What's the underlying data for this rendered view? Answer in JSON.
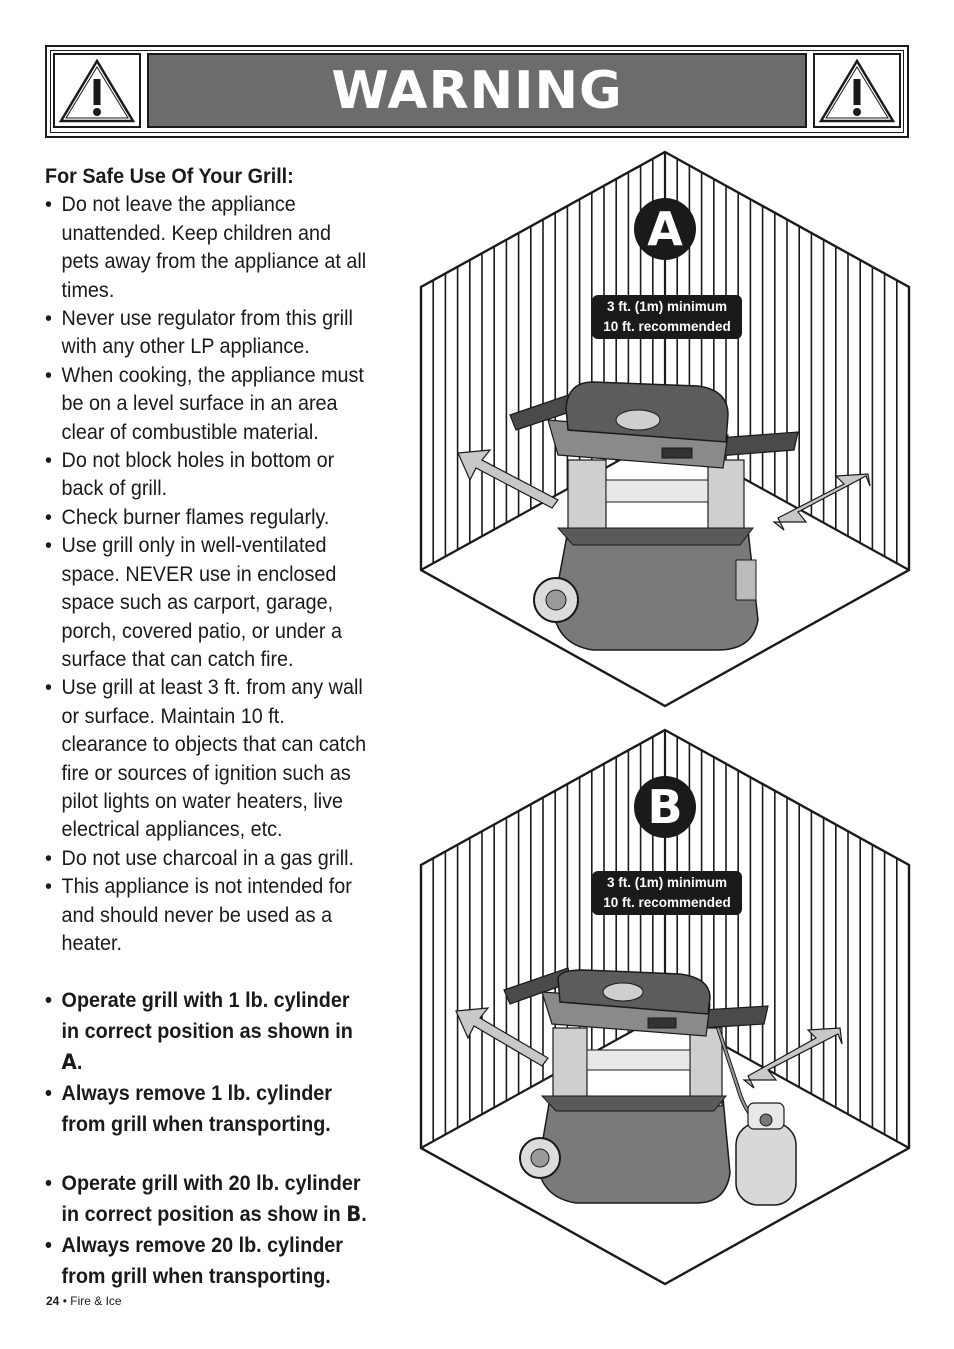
{
  "banner": {
    "title": "WARNING"
  },
  "safety": {
    "heading": "For Safe Use Of Your Grill:",
    "bullets": [
      "Do not leave the appliance unattended. Keep children and pets away from the appliance at all times.",
      "Never use regulator from this grill with any other LP appliance.",
      "When cooking, the appliance must be on a level surface in an area clear of combustible material.",
      "Do not block holes in bottom or back of grill.",
      "Check burner flames regularly.",
      "Use grill only in well-ventilated space. NEVER use in enclosed space such as carport, garage, porch, covered patio, or under a surface that can catch fire.",
      "Use grill at least 3 ft. from any wall or surface. Maintain 10 ft. clearance to objects that can catch fire or sources of ignition such as pilot lights on water heaters, live electrical appliances, etc.",
      "Do not use charcoal in a gas grill.",
      "This appliance is not intended for and should never be used as a heater."
    ],
    "cylinder_1lb": {
      "operate_text": "Operate grill with 1 lb. cylinder in correct position as shown in ",
      "operate_letter": "A",
      "remove": "Always remove 1 lb. cylinder from grill when transporting."
    },
    "cylinder_20lb": {
      "operate_text": "Operate grill with 20 lb. cylinder in correct position as show in ",
      "operate_letter": "B",
      "remove": "Always remove 20 lb. cylinder from grill when transporting."
    }
  },
  "diagrams": {
    "a": {
      "letter": "A",
      "line1": "3 ft. (1m) minimum",
      "line2": "10 ft. recommended"
    },
    "b": {
      "letter": "B",
      "line1": "3 ft. (1m) minimum",
      "line2": "10 ft. recommended"
    }
  },
  "footer": {
    "page_number": "24",
    "separator": " • ",
    "book_title": "Fire & Ice"
  },
  "colors": {
    "banner_fill": "#6c6c6c",
    "ink": "#1a1a1a",
    "grill_body": "#7a7a7a",
    "arrow_fill": "#c8c8c8"
  },
  "icons": [
    "warning-triangle-icon",
    "warning-triangle-icon"
  ]
}
